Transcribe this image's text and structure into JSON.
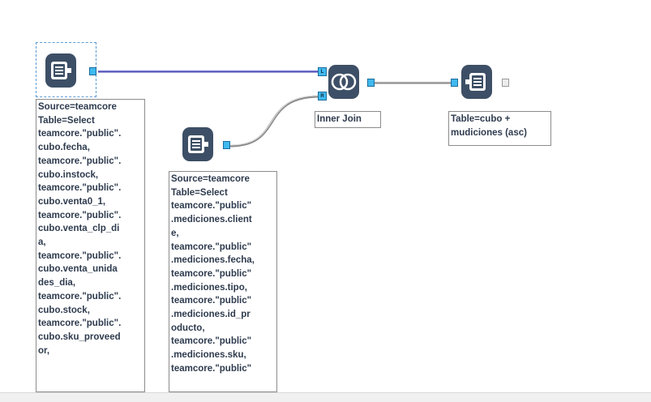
{
  "tools": {
    "input1": {
      "annotation": "Source=teamcore\nTable=Select\nteamcore.\"public\".\ncubo.fecha,\nteamcore.\"public\".\ncubo.instock,\nteamcore.\"public\".\ncubo.venta0_1,\nteamcore.\"public\".\ncubo.venta_clp_di\na,\nteamcore.\"public\".\ncubo.venta_unida\ndes_dia,\nteamcore.\"public\".\ncubo.stock,\nteamcore.\"public\".\ncubo.sku_proveed\nor,"
    },
    "input2": {
      "annotation": "Source=teamcore\nTable=Select\nteamcore.\"public\"\n.mediciones.client\ne,\nteamcore.\"public\"\n.mediciones.fecha,\nteamcore.\"public\"\n.mediciones.tipo,\nteamcore.\"public\"\n.mediciones.id_pr\noducto,\nteamcore.\"public\"\n.mediciones.sku,\nteamcore.\"public\""
    },
    "join": {
      "annotation": "Inner Join",
      "left_label": "L",
      "right_label": "R"
    },
    "output": {
      "annotation": "Table=cubo +\nmudiciones (asc)"
    }
  },
  "colors": {
    "tool_body": "#3d4f66",
    "port": "#40b9ee",
    "connection_left": "#4a4ab5",
    "connection_right": "#8a8a8a",
    "selection": "#5b9bd5"
  },
  "icons": {
    "input": "database-input-icon",
    "join": "join-icon",
    "output": "database-output-icon"
  }
}
